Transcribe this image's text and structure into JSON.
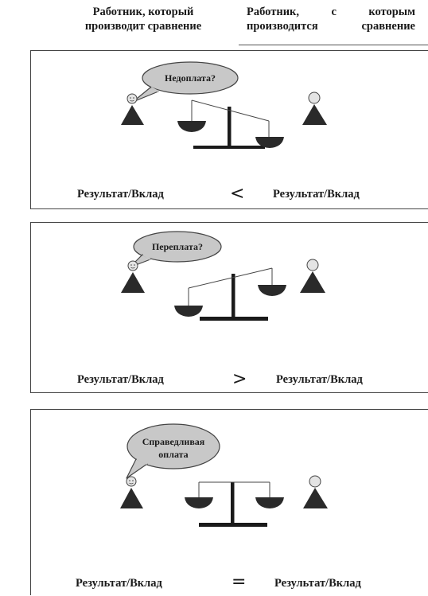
{
  "header": {
    "left": "Работник, который производит сравнение",
    "right": "Работник, с которым производится сравнение"
  },
  "panels": [
    {
      "bubble": [
        "Недоплата?"
      ],
      "left_label": "Результат/Вклад",
      "operator": "<",
      "right_label": "Результат/Вклад"
    },
    {
      "bubble": [
        "Переплата?"
      ],
      "left_label": "Результат/Вклад",
      "operator": ">",
      "right_label": "Результат/Вклад"
    },
    {
      "bubble": [
        "Справедливая",
        "оплата"
      ],
      "left_label": "Результат/Вклад",
      "operator": "=",
      "right_label": "Результат/Вклад"
    }
  ]
}
